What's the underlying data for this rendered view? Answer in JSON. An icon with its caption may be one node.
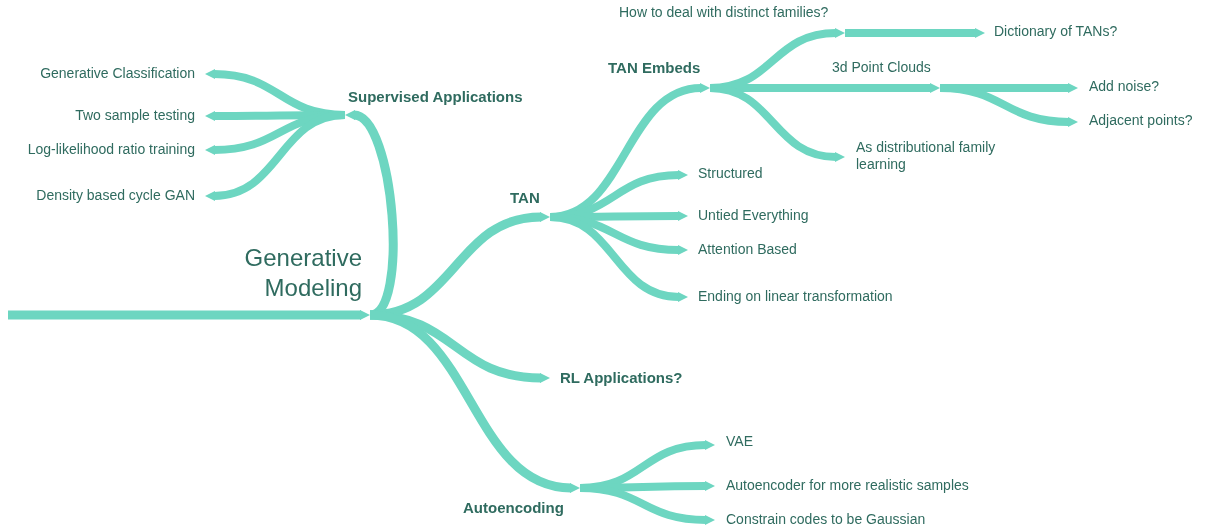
{
  "diagram": {
    "nodes": [
      {
        "text": [
          "Generative Modeling"
        ]
      },
      {
        "text": [
          "Supervised Applications"
        ]
      },
      {
        "text": [
          "Generative Classification"
        ]
      },
      {
        "text": [
          "Two sample testing"
        ]
      },
      {
        "text": [
          "Log-likelihood ratio training"
        ]
      },
      {
        "text": [
          "Density based cycle GAN"
        ]
      },
      {
        "text": [
          "TAN"
        ]
      },
      {
        "text": [
          "TAN Embeds"
        ]
      },
      {
        "text": [
          "How to deal with distinct families?"
        ]
      },
      {
        "text": [
          "Dictionary of TANs?"
        ]
      },
      {
        "text": [
          "3d Point Clouds"
        ]
      },
      {
        "text": [
          "Add noise?"
        ]
      },
      {
        "text": [
          "Adjacent points?"
        ]
      },
      {
        "text": [
          "As distributional family learning"
        ]
      },
      {
        "text": [
          "Structured"
        ]
      },
      {
        "text": [
          "Untied Everything"
        ]
      },
      {
        "text": [
          "Attention Based"
        ]
      },
      {
        "text": [
          "Ending on linear transformation"
        ]
      },
      {
        "text": [
          "RL Applications?"
        ]
      },
      {
        "text": [
          "Autoencoding"
        ]
      },
      {
        "text": [
          "VAE"
        ]
      },
      {
        "text": [
          "Autoencoder for more realistic samples"
        ]
      },
      {
        "text": [
          "Constrain codes to be Gaussian"
        ]
      }
    ],
    "edges": [
      {
        "from": null,
        "to": 0,
        "arrow": "to"
      },
      {
        "from": 0,
        "to": 1,
        "arrow": "to"
      },
      {
        "from": 1,
        "to": 2,
        "arrow": "to"
      },
      {
        "from": 1,
        "to": 3,
        "arrow": "to"
      },
      {
        "from": 1,
        "to": 4,
        "arrow": "to"
      },
      {
        "from": 1,
        "to": 5,
        "arrow": "to"
      },
      {
        "from": 0,
        "to": 6,
        "arrow": "to"
      },
      {
        "from": 6,
        "to": 7,
        "arrow": "to"
      },
      {
        "from": 7,
        "to": 8,
        "arrow": "to"
      },
      {
        "from": 8,
        "to": 9,
        "arrow": "to"
      },
      {
        "from": 7,
        "to": 10,
        "arrow": "to"
      },
      {
        "from": 10,
        "to": 11,
        "arrow": "to"
      },
      {
        "from": 10,
        "to": 12,
        "arrow": "to"
      },
      {
        "from": 7,
        "to": 13,
        "arrow": "to"
      },
      {
        "from": 6,
        "to": 14,
        "arrow": "to"
      },
      {
        "from": 6,
        "to": 15,
        "arrow": "to"
      },
      {
        "from": 6,
        "to": 16,
        "arrow": "to"
      },
      {
        "from": 6,
        "to": 17,
        "arrow": "to"
      },
      {
        "from": 0,
        "to": 18,
        "arrow": "to"
      },
      {
        "from": 0,
        "to": 19,
        "arrow": "to"
      },
      {
        "from": 19,
        "to": 20,
        "arrow": "to"
      },
      {
        "from": 19,
        "to": 21,
        "arrow": "to"
      },
      {
        "from": 19,
        "to": 22,
        "arrow": "to"
      }
    ]
  }
}
